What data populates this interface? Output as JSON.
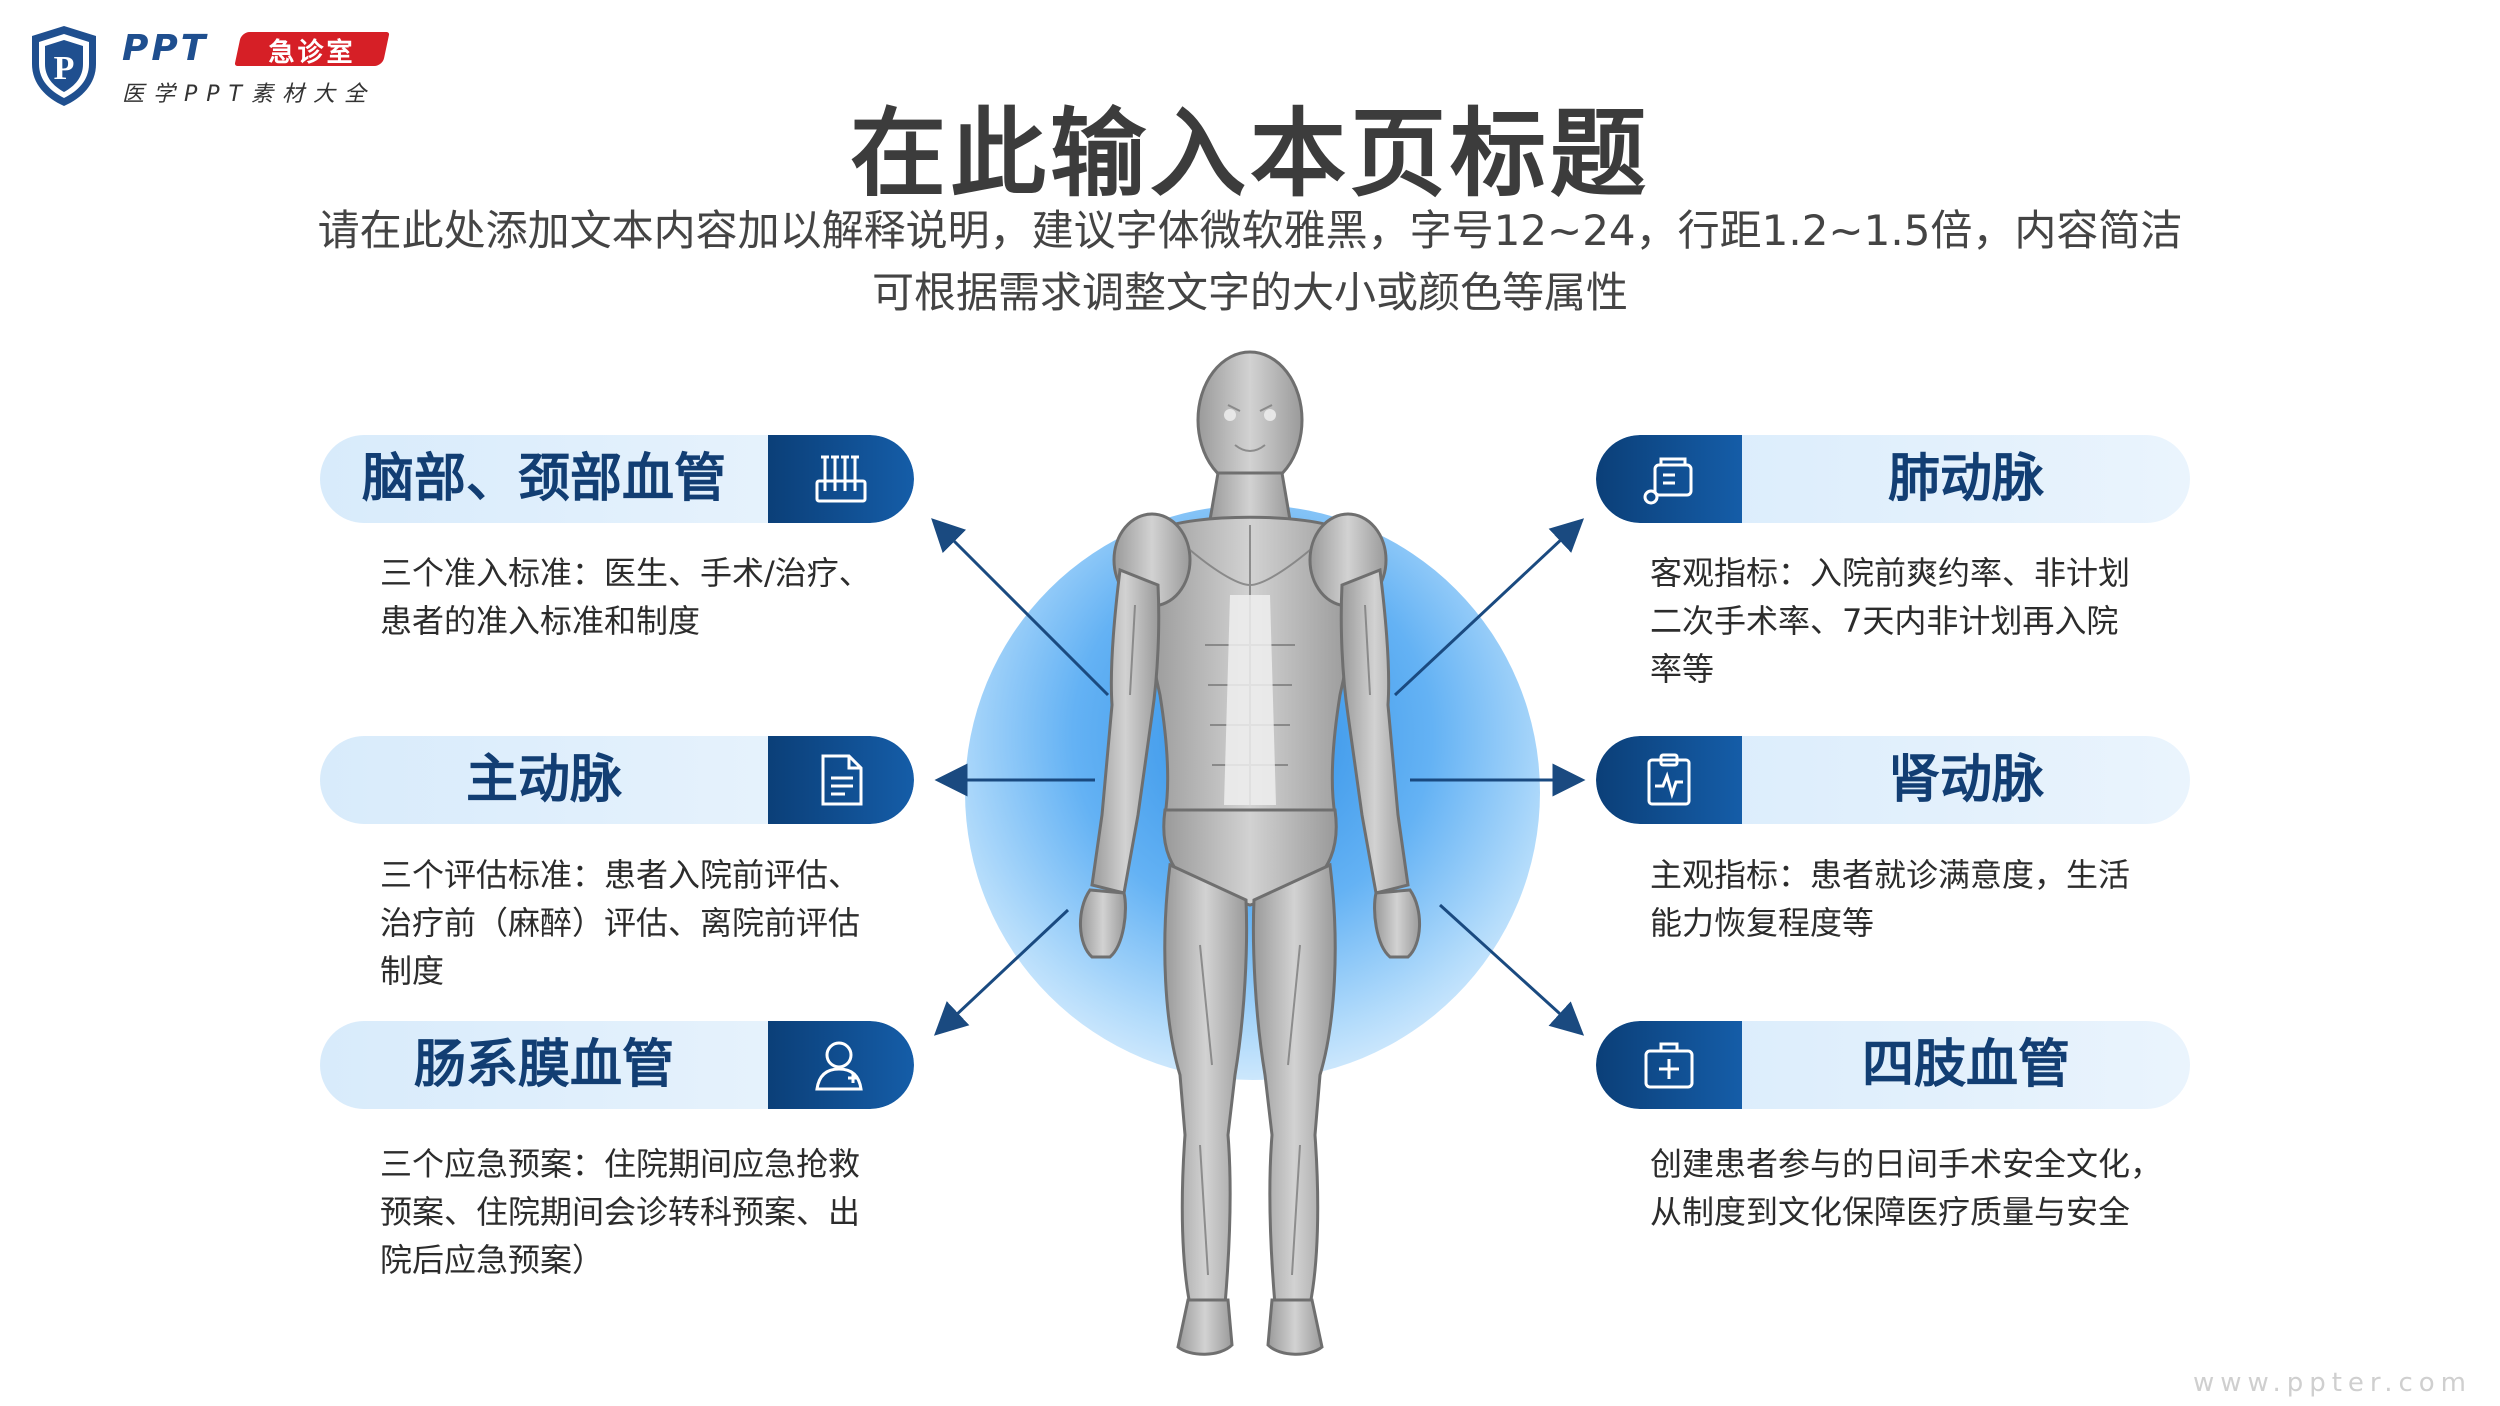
{
  "logo": {
    "shield_letter": "P",
    "ppt": "PPT",
    "badge": "急诊室",
    "subtitle": "医学PPT素材大全"
  },
  "header": {
    "title": "在此输入本页标题",
    "subtitle_line1": "请在此处添加文本内容加以解释说明，建议字体微软雅黑，字号12~24，行距1.2~1.5倍，内容简洁",
    "subtitle_line2": "可根据需求调整文字的大小或颜色等属性"
  },
  "left_items": [
    {
      "title": "脑部、颈部血管",
      "icon": "test-tubes-icon",
      "desc_line1": "三个准入标准：医生、手术/治疗、",
      "desc_line2": "患者的准入标准和制度",
      "desc_line3": ""
    },
    {
      "title": "主动脉",
      "icon": "document-icon",
      "desc_line1": "三个评估标准：患者入院前评估、",
      "desc_line2": "治疗前（麻醉）评估、离院前评估",
      "desc_line3": "制度"
    },
    {
      "title": "肠系膜血管",
      "icon": "doctor-icon",
      "desc_line1": "三个应急预案：住院期间应急抢救",
      "desc_line2": "预案、住院期间会诊转科预案、出",
      "desc_line3": "院后应急预案）"
    }
  ],
  "right_items": [
    {
      "title": "肺动脉",
      "icon": "medicine-bottle-icon",
      "desc_line1": "客观指标：入院前爽约率、非计划",
      "desc_line2": "二次手术率、7天内非计划再入院",
      "desc_line3": "率等"
    },
    {
      "title": "肾动脉",
      "icon": "clipboard-pulse-icon",
      "desc_line1": "主观指标：患者就诊满意度，生活",
      "desc_line2": "能力恢复程度等",
      "desc_line3": ""
    },
    {
      "title": "四肢血管",
      "icon": "first-aid-kit-icon",
      "desc_line1": "创建患者参与的日间手术安全文化，",
      "desc_line2": "从制度到文化保障医疗质量与安全",
      "desc_line3": ""
    }
  ],
  "watermark": "www.ppter.com",
  "colors": {
    "navy": "#0b3f78",
    "pill_bg": "#dcecfb",
    "title_text": "#123e73",
    "badge_red": "#d61f26",
    "glow_blue": "#2f8fe6"
  }
}
